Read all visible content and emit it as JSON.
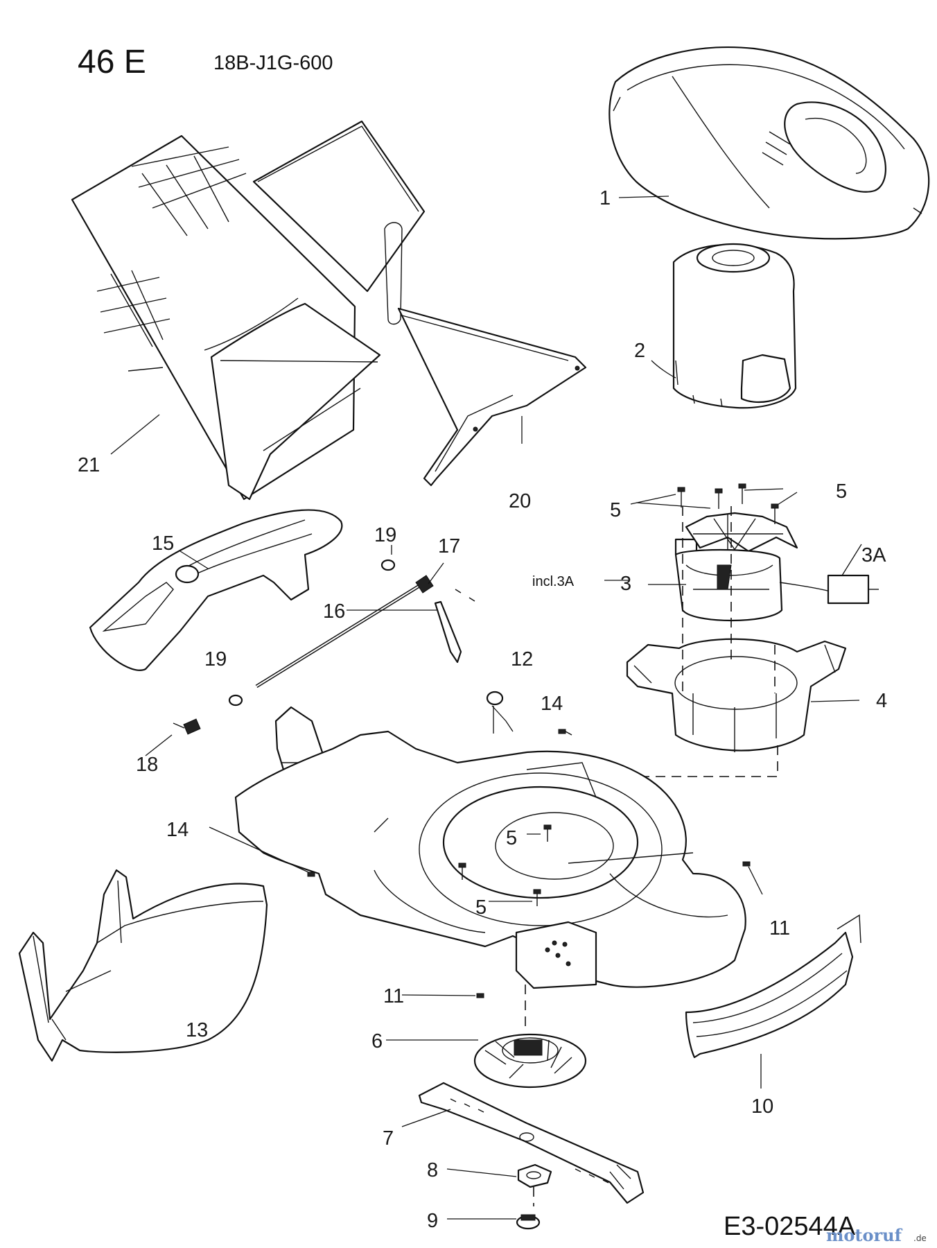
{
  "header": {
    "model": "46 E",
    "part_number": "18B-J1G-600"
  },
  "footer": {
    "drawing_code": "E3-02544A",
    "watermark_main": "motoruf",
    "watermark_suffix": ".de"
  },
  "note": "incl.3A",
  "callouts": {
    "c1": "1",
    "c2": "2",
    "c3": "3",
    "c3a": "3A",
    "c4": "4",
    "c5a": "5",
    "c5b": "5",
    "c5c": "5",
    "c5d": "5",
    "c6": "6",
    "c7": "7",
    "c8": "8",
    "c9": "9",
    "c10": "10",
    "c11a": "11",
    "c11b": "11",
    "c12": "12",
    "c13": "13",
    "c14a": "14",
    "c14b": "14",
    "c15": "15",
    "c16": "16",
    "c17": "17",
    "c18": "18",
    "c19a": "19",
    "c19b": "19",
    "c20": "20",
    "c21": "21"
  }
}
